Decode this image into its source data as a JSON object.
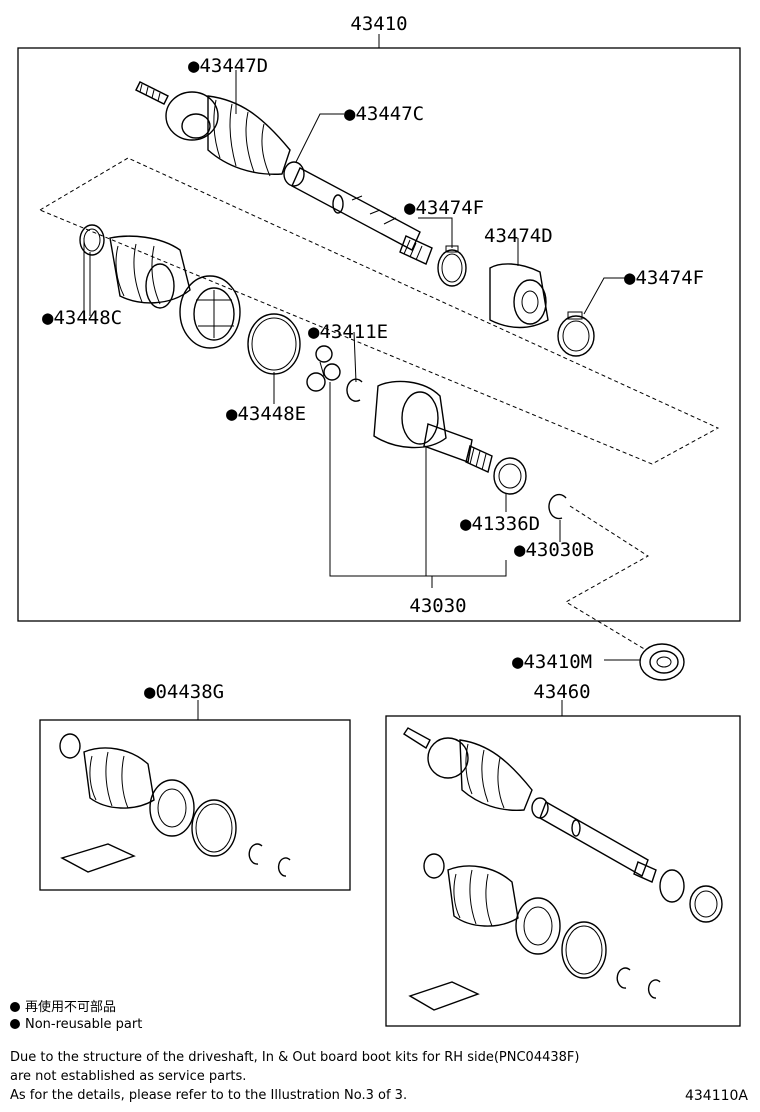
{
  "callouts": {
    "assembly_main": "43410",
    "c_43447D": "●43447D",
    "c_43447C": "●43447C",
    "c_43474F_a": "●43474F",
    "c_43474D": "43474D",
    "c_43474F_b": "●43474F",
    "c_43448C": "●43448C",
    "c_43411E": "●43411E",
    "c_43448E": "●43448E",
    "c_41336D": "●41336D",
    "c_43030B": "●43030B",
    "inner_joint": "43030",
    "c_43410M": "●43410M",
    "kit_rh": "●04438G",
    "assembly_lh": "43460"
  },
  "legend": {
    "reuse_jp": "再使用不可部品",
    "reuse_en": "Non-reusable part"
  },
  "notes": [
    "Due to the structure of the driveshaft, In & Out board  boot kits for RH side(PNC04438F)",
    "are not established as service parts.",
    "As for the details, please refer to to the Illustration No.3 of 3."
  ],
  "figure_number": "434110A"
}
